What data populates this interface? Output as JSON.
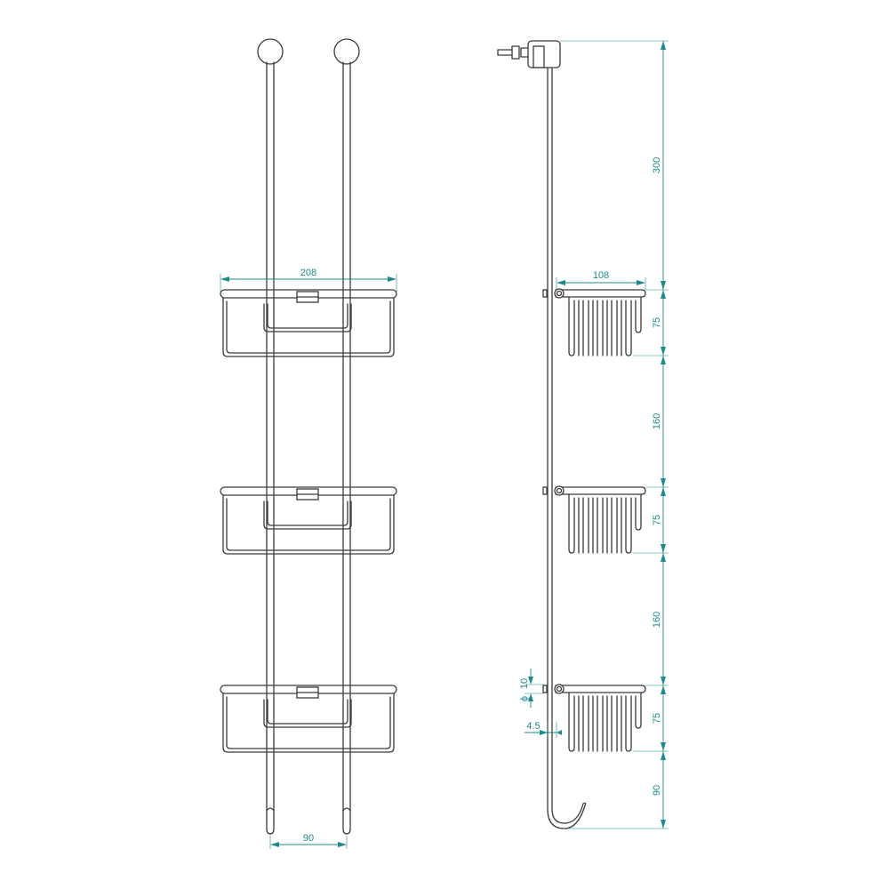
{
  "drawing": {
    "dimensions": {
      "basket_width": "208",
      "rod_spacing": "90",
      "basket_depth": "108",
      "top_to_first_basket": "300",
      "basket_height_1": "75",
      "gap_1": "160",
      "basket_height_2": "75",
      "gap_2": "160",
      "basket_height_3": "75",
      "hook_length": "90",
      "rod_diameter": "10",
      "offset": "4.5"
    },
    "diameter_symbol": "ϕ",
    "colors": {
      "part_stroke": "#3a3a3a",
      "dimension": "#1f8a8a",
      "background": "#ffffff"
    }
  }
}
